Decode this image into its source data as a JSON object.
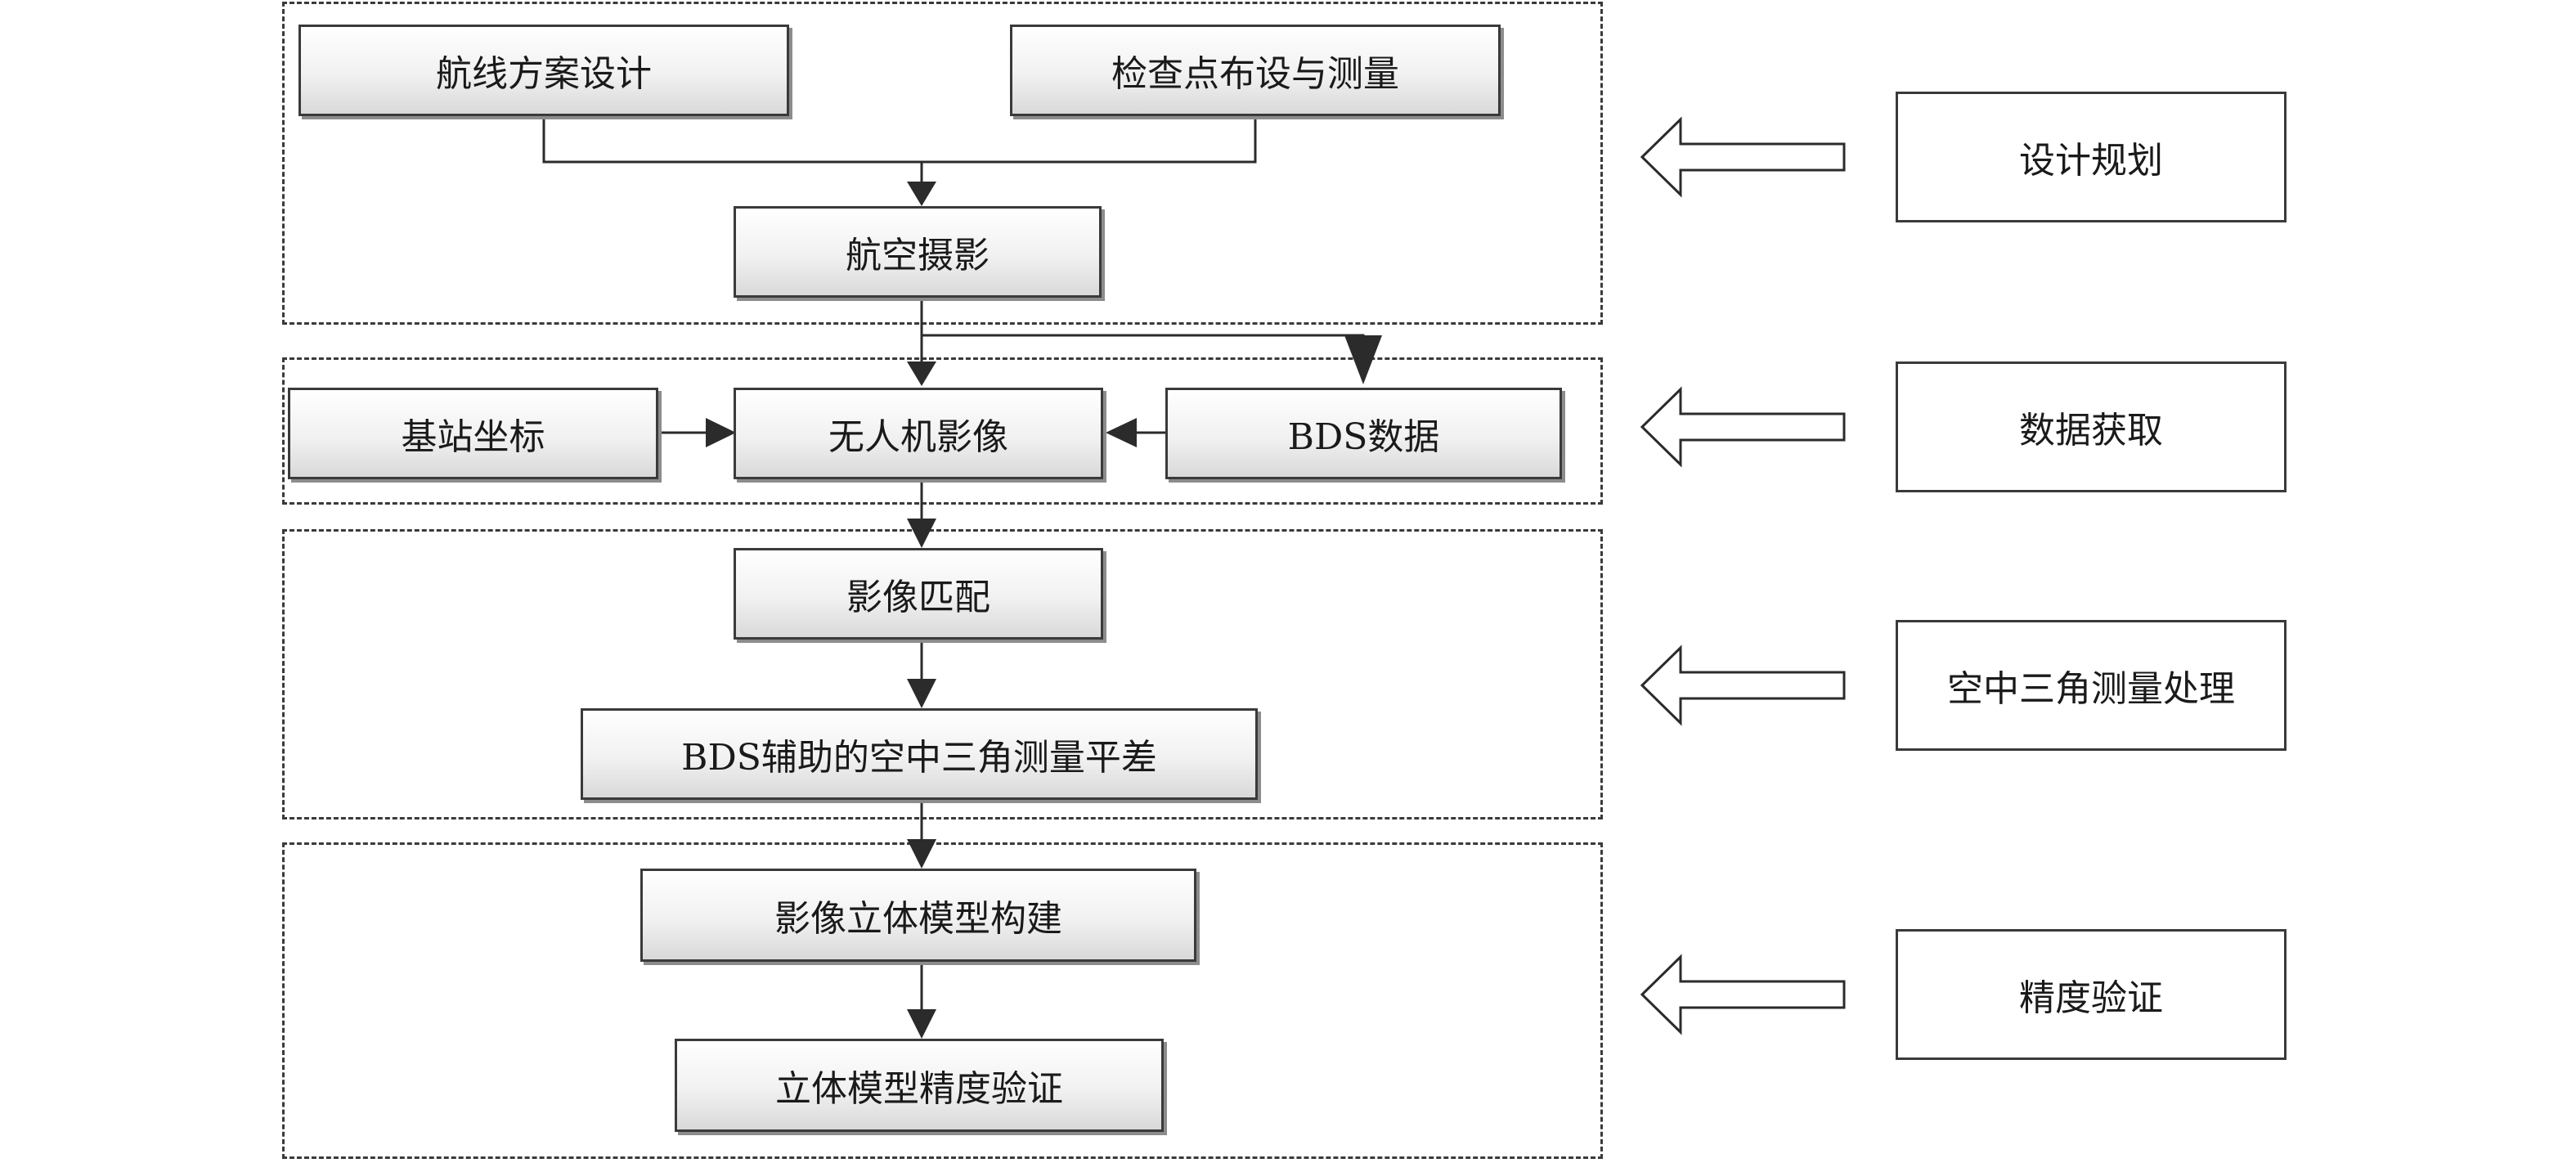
{
  "nodes": {
    "route_design": "航线方案设计",
    "checkpoint": "检查点布设与测量",
    "aerial_photo": "航空摄影",
    "base_coords": "基站坐标",
    "uav_images": "无人机影像",
    "bds_data": "BDS数据",
    "image_matching": "影像匹配",
    "bds_aerotriangulation": "BDS辅助的空中三角测量平差",
    "stereo_model_build": "影像立体模型构建",
    "stereo_accuracy": "立体模型精度验证"
  },
  "stages": {
    "design_planning": "设计规划",
    "data_acquisition": "数据获取",
    "aerotriangulation": "空中三角测量处理",
    "accuracy_verification": "精度验证"
  },
  "colors": {
    "line": "#2b2b2b",
    "box_border": "#3a3a3a",
    "box_fill_top": "#ffffff",
    "box_fill_bottom": "#d9d9d9"
  }
}
